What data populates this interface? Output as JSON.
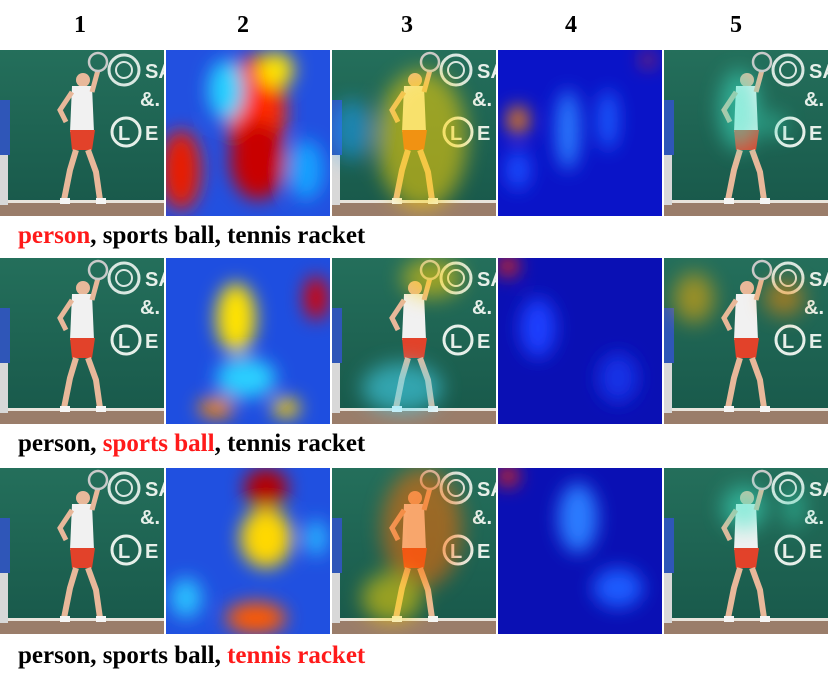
{
  "columns": [
    "1",
    "2",
    "3",
    "4",
    "5"
  ],
  "rows": [
    {
      "labels": [
        "person",
        "sports ball",
        "tennis racket"
      ],
      "highlight": 0,
      "separator": ", "
    },
    {
      "labels": [
        "person",
        "sports ball",
        "tennis racket"
      ],
      "highlight": 1,
      "separator": ", "
    },
    {
      "labels": [
        "person",
        "sports ball",
        "tennis racket"
      ],
      "highlight": 2,
      "separator": ", "
    }
  ],
  "colors": {
    "highlight": "#ff1a1a",
    "text": "#000000",
    "court_green": "#1f6b57",
    "court_floor": "#9a7d6a",
    "heat_low": "#00008f",
    "heat_high": "#b50000"
  }
}
